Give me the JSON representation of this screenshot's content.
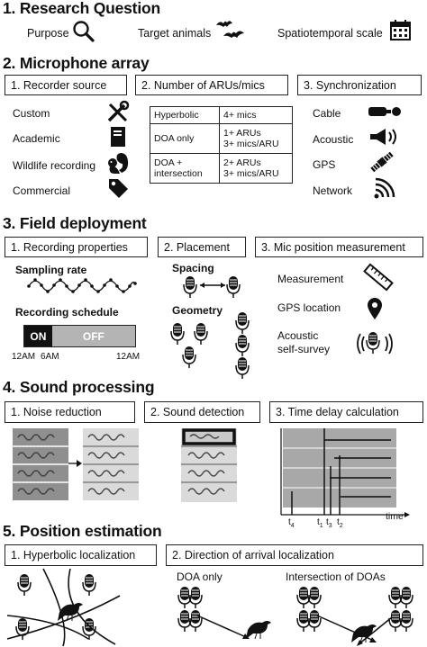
{
  "s1": {
    "title": "1. Research Question",
    "items": [
      "Purpose",
      "Target animals",
      "Spatiotemporal scale"
    ],
    "icons": [
      "magnifier-icon",
      "bats-icon",
      "calendar-icon"
    ]
  },
  "s2": {
    "title": "2. Microphone array",
    "boxes": [
      "1. Recorder source",
      "2. Number of ARUs/mics",
      "3. Synchronization"
    ],
    "sources": [
      "Custom",
      "Academic",
      "Wildlife recording",
      "Commercial"
    ],
    "source_icons": [
      "tools-icon",
      "book-icon",
      "squirrel-icon",
      "price-tag-icon"
    ],
    "table": [
      [
        "Hyperbolic",
        "4+ mics"
      ],
      [
        "DOA only",
        "1+ ARUs\n3+ mics/ARU"
      ],
      [
        "DOA +\nintersection",
        "2+ ARUs\n3+ mics/ARU"
      ]
    ],
    "sync": [
      "Cable",
      "Acoustic",
      "GPS",
      "Network"
    ],
    "sync_icons": [
      "cable-plug-icon",
      "megaphone-icon",
      "satellite-icon",
      "wifi-icon"
    ]
  },
  "s3": {
    "title": "3. Field deployment",
    "boxes": [
      "1. Recording properties",
      "2. Placement",
      "3. Mic position measurement"
    ],
    "sampling": "Sampling rate",
    "schedule": "Recording schedule",
    "on": "ON",
    "off": "OFF",
    "ticks": [
      "12AM",
      "6AM",
      "12AM"
    ],
    "on_fraction": 0.25,
    "spacing": "Spacing",
    "geometry": "Geometry",
    "measure": [
      "Measurement",
      "GPS location",
      "Acoustic\nself-survey"
    ],
    "measure_icons": [
      "ruler-icon",
      "map-pin-icon",
      "microphone-sound-icon"
    ]
  },
  "s4": {
    "title": "4. Sound processing",
    "boxes": [
      "1. Noise reduction",
      "2. Sound detection",
      "3. Time delay calculation"
    ],
    "time_labels": [
      "t",
      "4",
      "t",
      "1",
      "t",
      "3",
      "t",
      "2"
    ],
    "axis": "time"
  },
  "s5": {
    "title": "5. Position estimation",
    "boxes": [
      "1. Hyperbolic localization",
      "2. Direction of arrival localization"
    ],
    "doa": [
      "DOA only",
      "Intersection of DOAs"
    ]
  }
}
